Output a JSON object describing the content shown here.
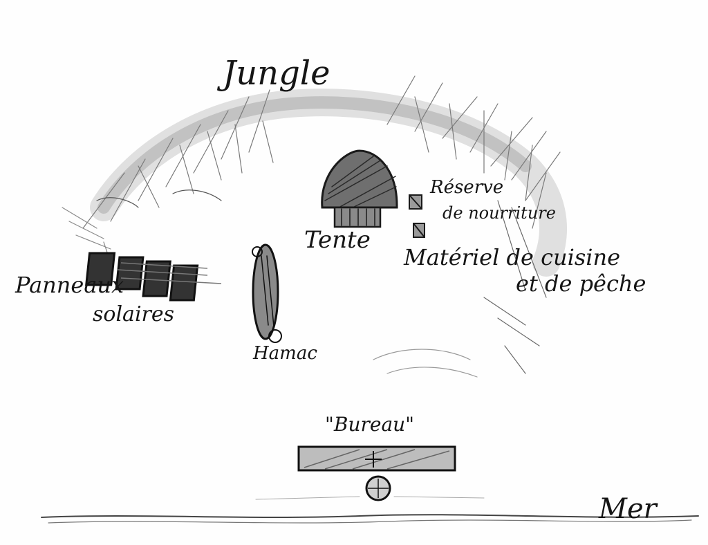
{
  "labels": {
    "jungle": "Jungle",
    "tente": "Tente",
    "reserve_line1": "Réserve",
    "reserve_line2": "de nourriture",
    "materiel_line1": "Matériel de cuisine",
    "materiel_line2": "et de pêche",
    "panneaux_line1": "Panneaux",
    "panneaux_line2": "solaires",
    "hamac": "Hamac",
    "bureau": "\"Bureau\"",
    "mer": "Mer"
  },
  "colors": {
    "paper": "#fefefe",
    "pencil_dark": "#1a1a1a",
    "pencil_mid": "#555555",
    "pencil_light": "#9a9a9a"
  },
  "icons": [
    "tent-icon",
    "solar-panel-icon",
    "hammock-icon",
    "crate-icon",
    "desk-icon",
    "stool-icon",
    "jungle-foliage",
    "sea-shoreline"
  ]
}
